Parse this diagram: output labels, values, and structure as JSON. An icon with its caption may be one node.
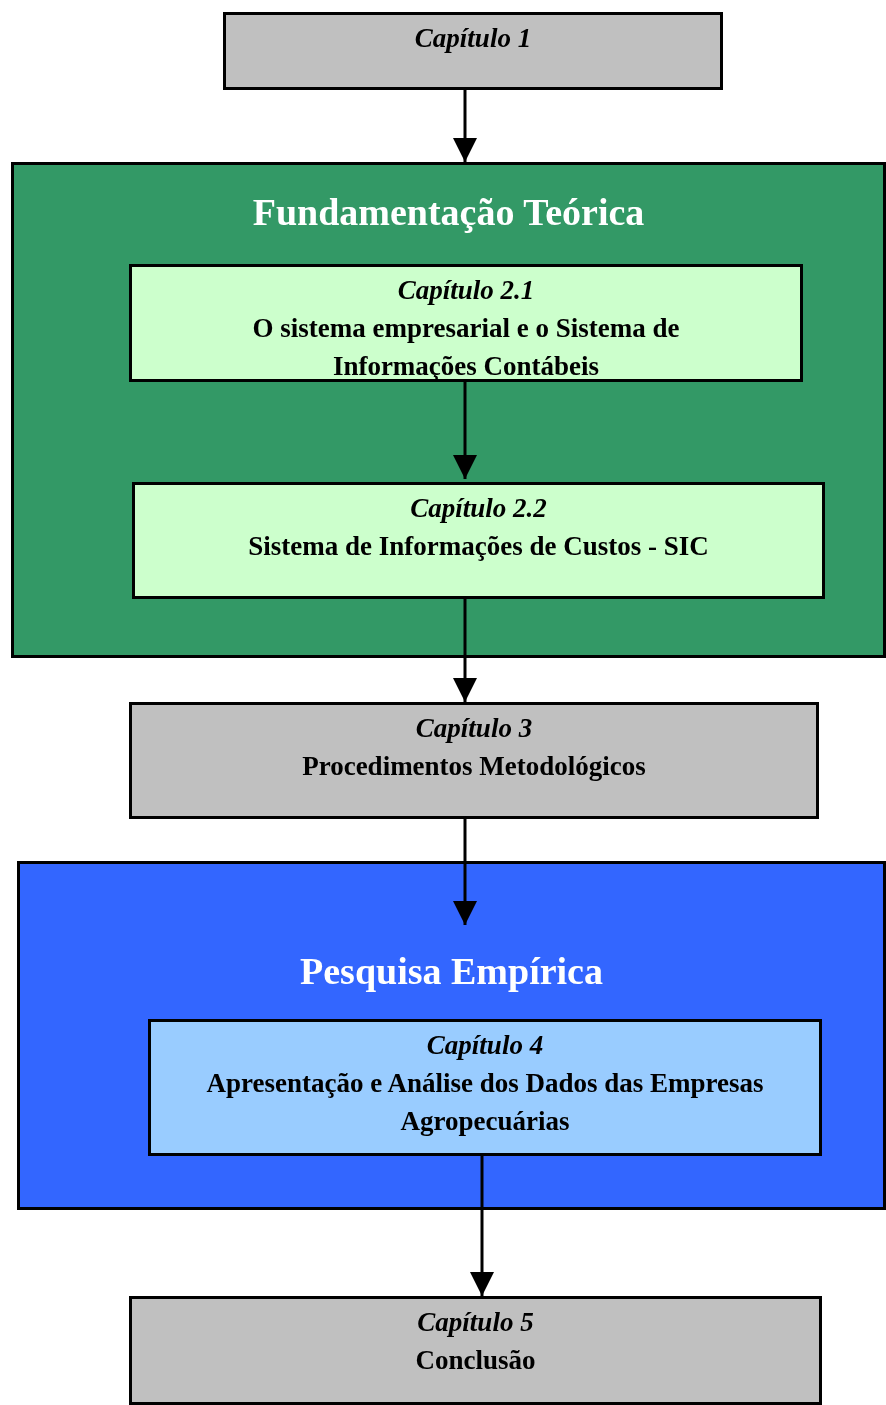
{
  "diagram": {
    "nodes": [
      {
        "text": [
          "Capítulo 1"
        ]
      },
      {
        "text": [
          "Fundamentação Teórica"
        ]
      },
      {
        "text": [
          "Capítulo 2.1",
          "O sistema empresarial e o Sistema de Informações Contábeis"
        ],
        "in": 1
      },
      {
        "text": [
          "Capítulo 2.2",
          "Sistema de Informações de Custos - SIC"
        ],
        "in": 1
      },
      {
        "text": [
          "Capítulo 3",
          "Procedimentos Metodológicos"
        ]
      },
      {
        "text": [
          "Pesquisa Empírica"
        ]
      },
      {
        "text": [
          "Capítulo 4",
          "Apresentação e Análise dos Dados das Empresas Agropecuárias"
        ],
        "in": 5
      },
      {
        "text": [
          "Capítulo 5",
          "Conclusão"
        ]
      }
    ],
    "edges": [
      {
        "from": 0,
        "to": 1,
        "arrow": "to"
      },
      {
        "from": 2,
        "to": 3,
        "arrow": "to"
      },
      {
        "from": 3,
        "to": 4,
        "arrow": "to"
      },
      {
        "from": 4,
        "to": 5,
        "arrow": "to"
      },
      {
        "from": 6,
        "to": 7,
        "arrow": "to"
      }
    ]
  }
}
